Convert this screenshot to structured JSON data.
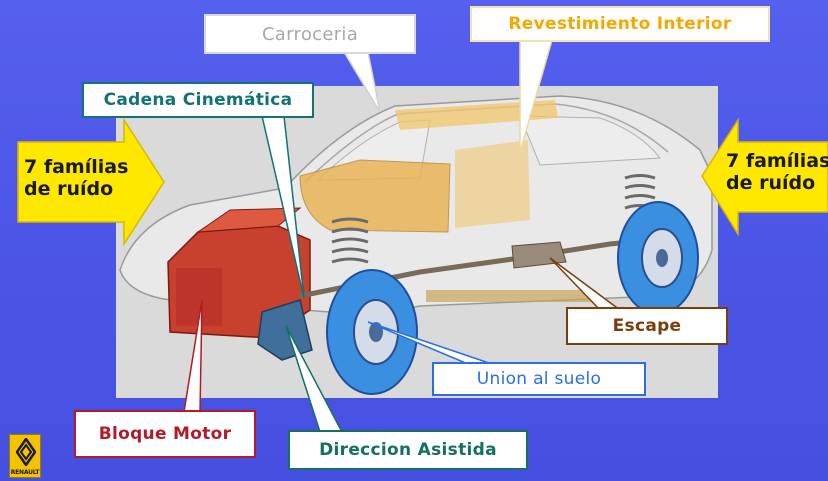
{
  "labels": {
    "carroceria": "Carroceria",
    "revestimiento_interior": "Revestimiento Interior",
    "cadena_cinematica": "Cadena Cinemática",
    "escape": "Escape",
    "union_al_suelo": "Union al suelo",
    "bloque_motor": "Bloque Motor",
    "direccion_asistida": "Direccion Asistida"
  },
  "arrows": {
    "left": "7 famílias\nde ruído",
    "right": "7 famílias\nde ruído"
  },
  "logo": {
    "text": "RENAULT"
  },
  "colors": {
    "background": "#4a55e6",
    "arrow": "#ffe800",
    "carroceria": "#a8a8a8",
    "revestimiento": "#f5a800",
    "cadena": "#137373",
    "escape": "#7a3d0c",
    "union": "#2c6ee8",
    "bloque": "#b41a28",
    "direccion": "#147060"
  }
}
